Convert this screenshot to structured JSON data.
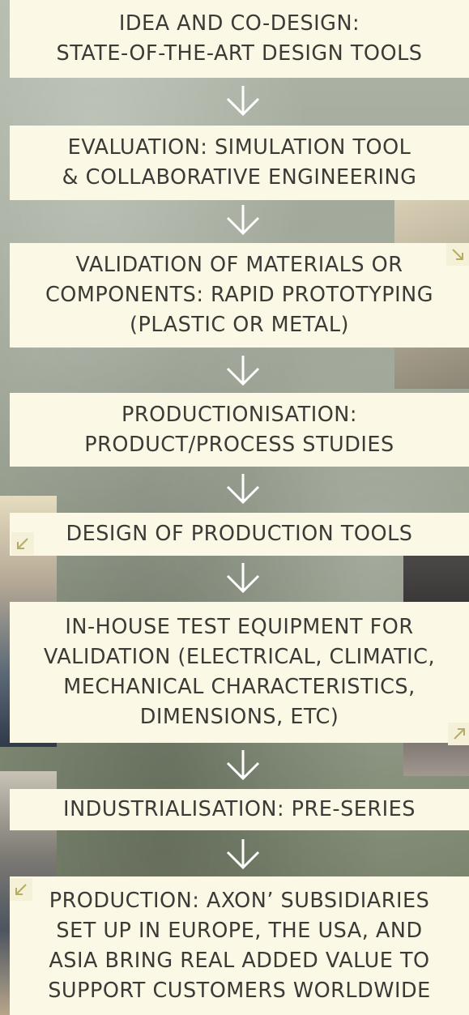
{
  "steps": [
    {
      "text": "IDEA AND CO-DESIGN:\nSTATE-OF-THE-ART DESIGN TOOLS"
    },
    {
      "text": "EVALUATION: SIMULATION TOOL\n& COLLABORATIVE ENGINEERING"
    },
    {
      "text": "VALIDATION OF MATERIALS OR\nCOMPONENTS: RAPID PROTOTYPING\n(PLASTIC OR METAL)"
    },
    {
      "text": "PRODUCTIONISATION:\nPRODUCT/PROCESS STUDIES"
    },
    {
      "text": "DESIGN OF PRODUCTION TOOLS"
    },
    {
      "text": "IN-HOUSE TEST EQUIPMENT FOR\nVALIDATION (ELECTRICAL, CLIMATIC,\nMECHANICAL CHARACTERISTICS,\nDIMENSIONS, ETC)"
    },
    {
      "text": "INDUSTRIALISATION: PRE-SERIES"
    },
    {
      "text": "PRODUCTION: AXON’ SUBSIDIARIES\nSET UP IN EUROPE, THE USA, AND\nASIA BRING REAL ADDED VALUE TO\nSUPPORT CUSTOMERS WORLDWIDE"
    }
  ],
  "colors": {
    "box_background": "#fbf8e5",
    "text": "#3c3a36",
    "arrow": "#ffffff",
    "corner_arrow": "#b5ad63"
  },
  "icons": {
    "flow_arrow": "arrow-down-icon",
    "expand_down_right": "arrow-down-right-icon",
    "expand_down_left": "arrow-down-left-icon",
    "expand_up_right": "arrow-up-right-icon"
  }
}
